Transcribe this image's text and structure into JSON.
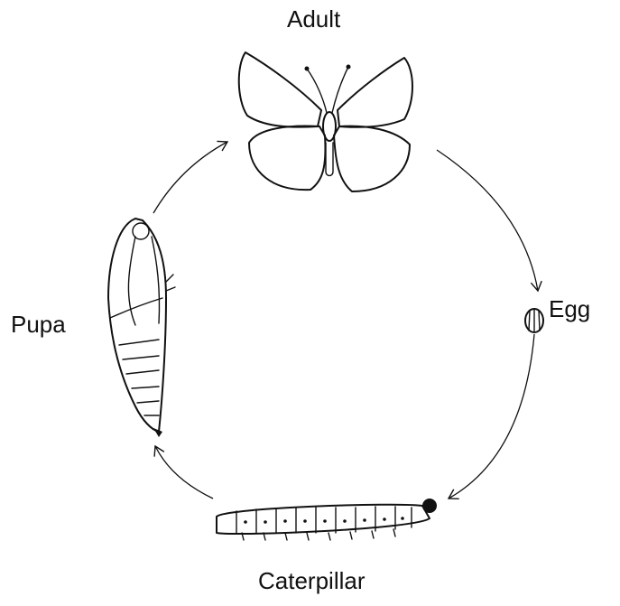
{
  "diagram": {
    "stages": [
      {
        "label": "Adult",
        "icon": "butterfly-icon"
      },
      {
        "label": "Egg",
        "icon": "egg-icon"
      },
      {
        "label": "Caterpillar",
        "icon": "caterpillar-icon"
      },
      {
        "label": "Pupa",
        "icon": "pupa-icon"
      }
    ]
  }
}
